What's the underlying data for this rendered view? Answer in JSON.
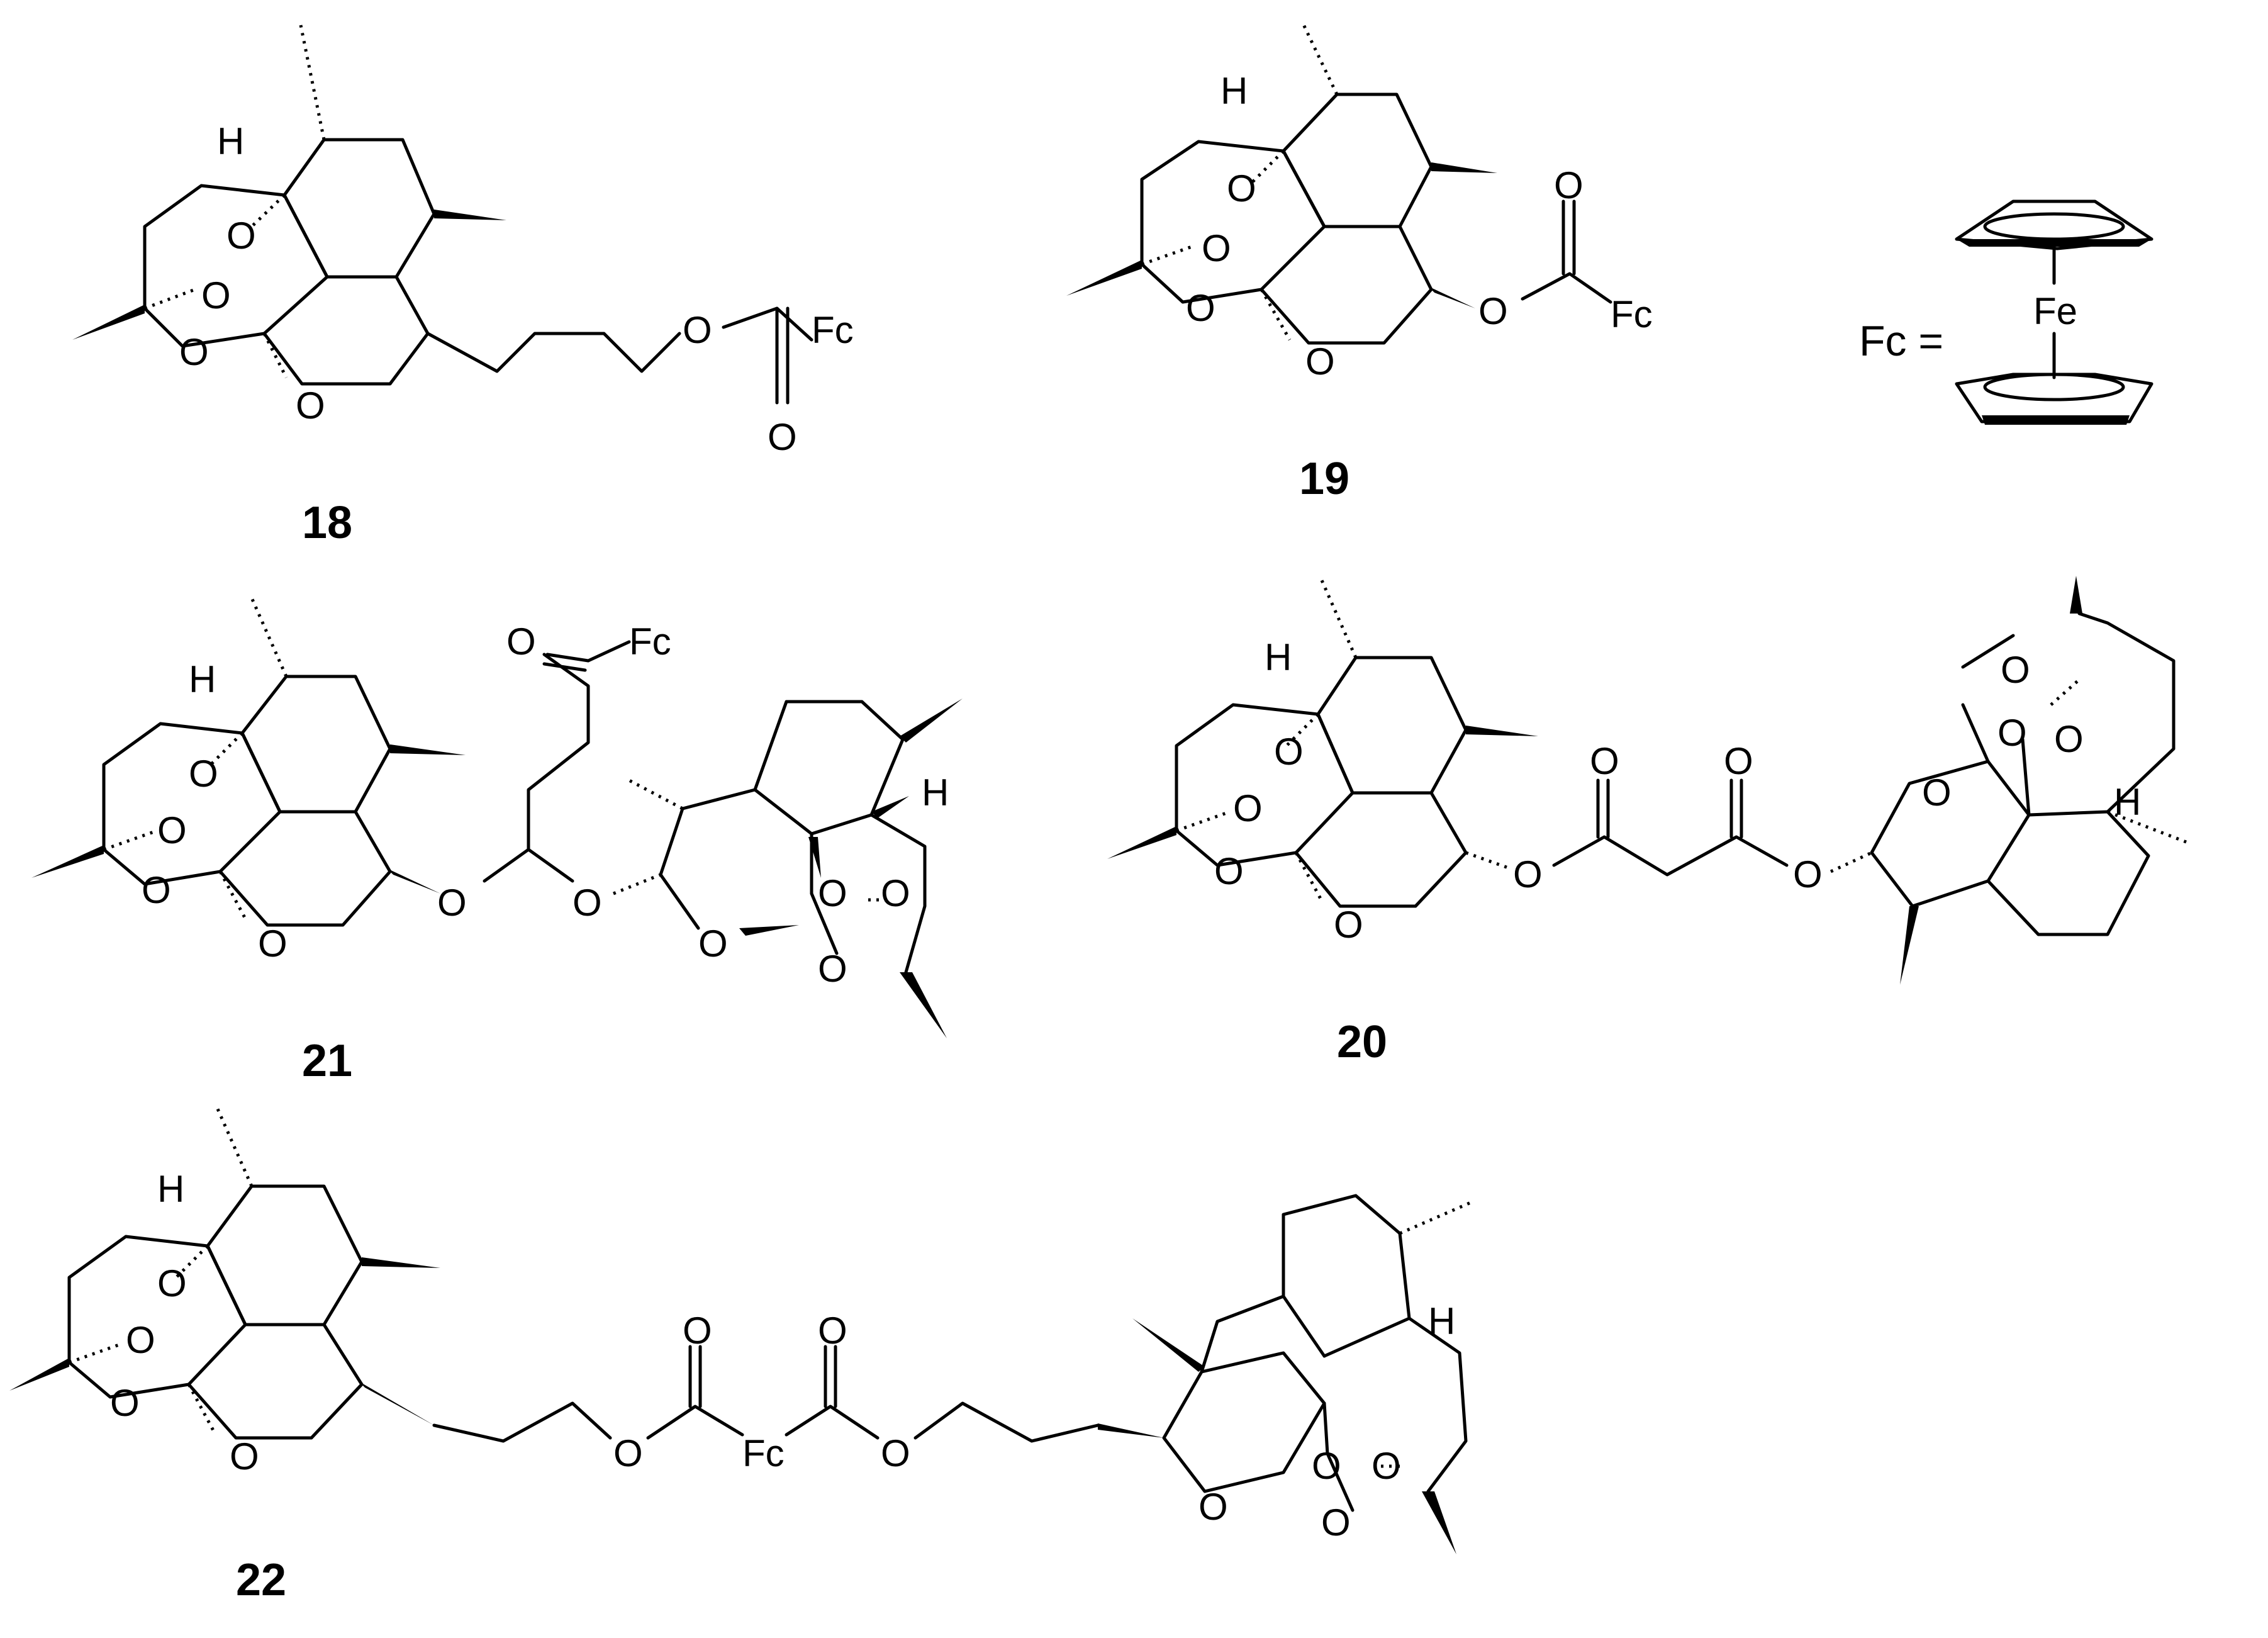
{
  "compounds": [
    {
      "label": "18",
      "atoms": {
        "o1": "O",
        "o2": "O",
        "o3": "O",
        "o4": "O",
        "o5": "O",
        "o6": "O",
        "h": "H",
        "fc": "Fc"
      }
    },
    {
      "label": "19",
      "atoms": {
        "o1": "O",
        "o2": "O",
        "o3": "O",
        "o4": "O",
        "o5": "O",
        "o6": "O",
        "h": "H",
        "fc": "Fc"
      }
    },
    {
      "label": "21",
      "atoms": {
        "fc": "Fc",
        "o_keto": "O",
        "h_left": "H",
        "h_right": "H",
        "o": "O"
      }
    },
    {
      "label": "20",
      "atoms": {
        "h_left": "H",
        "h_right": "H",
        "o": "O"
      }
    },
    {
      "label": "22",
      "atoms": {
        "h_left": "H",
        "h_right": "H",
        "fc": "Fc",
        "o": "O"
      }
    }
  ],
  "ferrocene": {
    "lhs": "Fc =",
    "fe": "Fe"
  }
}
